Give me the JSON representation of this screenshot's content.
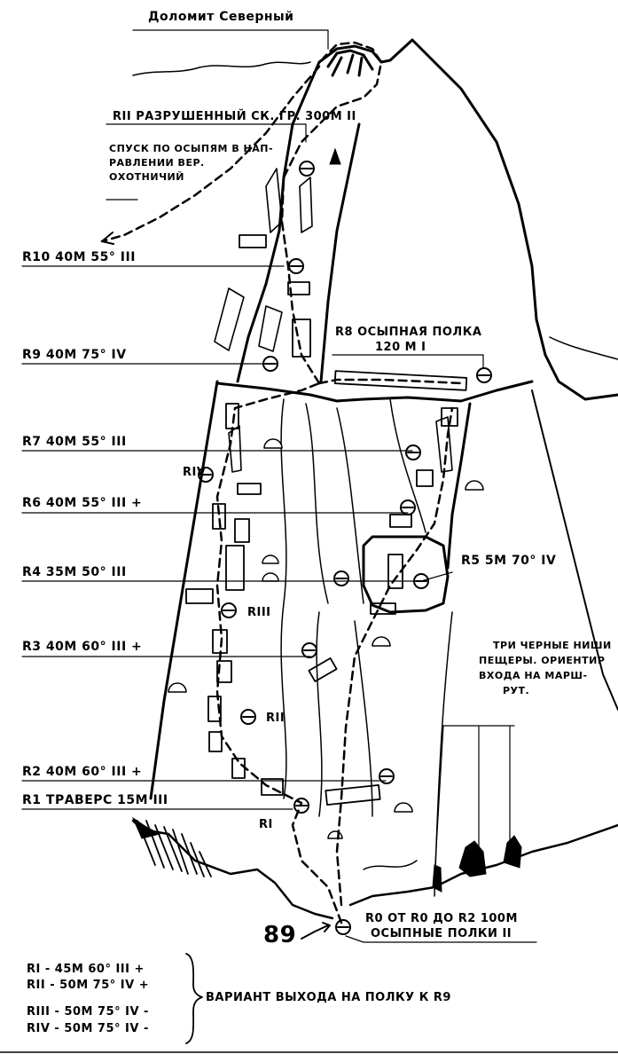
{
  "title": "Доломит Северный",
  "pitches": {
    "r11": "RII РАЗРУШЕННЫЙ СК. ГР. 300М II",
    "descent": "СПУСК ПО ОСЫПЯМ В НАП-",
    "descent2": "РАВЛЕНИИ ВЕР.",
    "descent3": "ОХОТНИЧИЙ",
    "r10": "R10 40М 55° III",
    "r9": "R9 40М 75° IV",
    "r8a": "R8 ОСЫПНАЯ ПОЛКА",
    "r8b": "120 М I",
    "r7": "R7 40М 55° III",
    "r6": "R6 40М 55° III +",
    "r4": "R4 35М 50° III",
    "r5": "R5 5М 70° IV",
    "r3": "R3 40М 60° III +",
    "r2": "R2 40М 60° III +",
    "r1": "R1 ТРАВЕРС 15М III",
    "r0a": "R0 ОТ R0 ДО R2 100М",
    "r0b": "ОСЫПНЫЕ ПОЛКИ II"
  },
  "variant_markers": {
    "riv": "RIV",
    "riii": "RIII",
    "rii": "RII",
    "ri": "RI"
  },
  "caves_note": [
    "ТРИ ЧЕРНЫЕ НИШИ",
    "ПЕЩЕРЫ. ОРИЕНТИР",
    "ВХОДА НА МАРШ-",
    "РУТ."
  ],
  "route_number": "89",
  "legend": {
    "items": [
      "RI - 45М 60° III +",
      "RII - 50М 75° IV +",
      "RIII - 50М 75° IV -",
      "RIV - 50М 75° IV -"
    ],
    "note": "ВАРИАНТ ВЫХОДА НА ПОЛКУ К R9"
  }
}
